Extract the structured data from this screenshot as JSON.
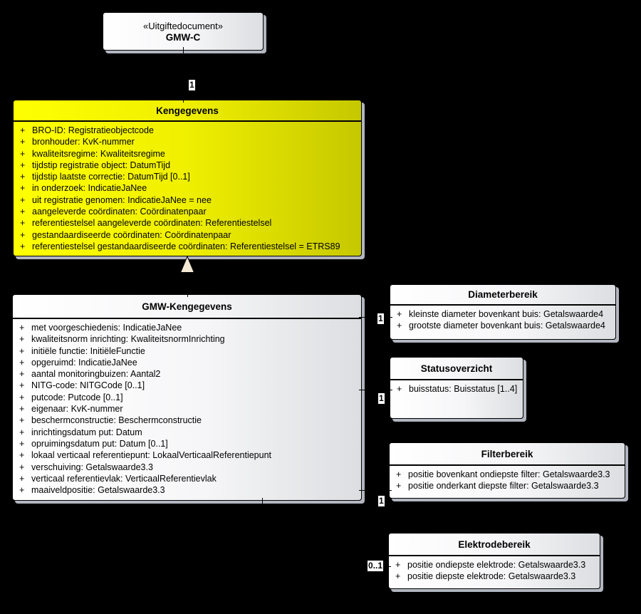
{
  "colors": {
    "background": "#000000",
    "class_fill_left": "#ffffff",
    "class_fill_right": "#dcdee1",
    "key_class_yellow_left": "#ffff02",
    "key_class_yellow_right": "#c6c800",
    "border": "#000000",
    "shadow": "#c1c6d0",
    "generalization_arrow_fill": "#f3e9d5",
    "text": "#000000"
  },
  "visibility_prefix": "+",
  "classes": {
    "gmw_c": {
      "stereotype": "«Uitgiftedocument»",
      "name": "GMW-C"
    },
    "kengegevens": {
      "name": "Kengegevens",
      "attributes": [
        "BRO-ID: Registratieobjectcode",
        "bronhouder: KvK-nummer",
        "kwaliteitsregime: Kwaliteitsregime",
        "tijdstip registratie object: DatumTijd",
        "tijdstip laatste correctie: DatumTijd [0..1]",
        "in onderzoek: IndicatieJaNee",
        "uit registratie genomen: IndicatieJaNee = nee",
        "aangeleverde coördinaten: Coördinatenpaar",
        "referentiestelsel aangeleverde coördinaten: Referentiestelsel",
        "gestandaardiseerde coördinaten: Coördinatenpaar",
        "referentiestelsel gestandaardiseerde coördinaten: Referentiestelsel = ETRS89"
      ]
    },
    "gmw_kengegevens": {
      "name": "GMW-Kengegevens",
      "attributes": [
        "met voorgeschiedenis: IndicatieJaNee",
        "kwaliteitsnorm inrichting: KwaliteitsnormInrichting",
        "initiële functie: InitiëleFunctie",
        "opgeruimd: IndicatieJaNee",
        "aantal monitoringbuizen: Aantal2",
        "NITG-code: NITGCode [0..1]",
        "putcode: Putcode [0..1]",
        "eigenaar: KvK-nummer",
        "beschermconstructie: Beschermconstructie",
        "inrichtingsdatum put: Datum",
        "opruimingsdatum put: Datum [0..1]",
        "lokaal verticaal referentiepunt: LokaalVerticaalReferentiepunt",
        "verschuiving: Getalswaarde3.3",
        "verticaal referentievlak: VerticaalReferentievlak",
        "maaiveldpositie: Getalswaarde3.3"
      ]
    },
    "diameterbereik": {
      "name": "Diameterbereik",
      "attributes": [
        "kleinste diameter bovenkant buis: Getalswaarde4",
        "grootste diameter bovenkant buis: Getalswaarde4"
      ]
    },
    "statusoverzicht": {
      "name": "Statusoverzicht",
      "attributes": [
        "buisstatus: Buisstatus [1..4]"
      ]
    },
    "filterbereik": {
      "name": "Filterbereik",
      "attributes": [
        "positie bovenkant ondiepste filter: Getalswaarde3.3",
        "positie onderkant diepste filter: Getalswaarde3.3"
      ]
    },
    "elektrodebereik": {
      "name": "Elektrodebereik",
      "attributes": [
        "positie ondiepste elektrode: Getalswaarde3.3",
        "positie diepste elektrode: Getalswaarde3.3"
      ]
    }
  },
  "connectors": {
    "gmw_c_to_kengegevens": {
      "multiplicity": "1"
    },
    "to_diameterbereik": {
      "multiplicity": "1"
    },
    "to_statusoverzicht": {
      "multiplicity": "1"
    },
    "to_filterbereik": {
      "multiplicity": "1"
    },
    "to_elektrodebereik": {
      "multiplicity": "0..1"
    }
  }
}
